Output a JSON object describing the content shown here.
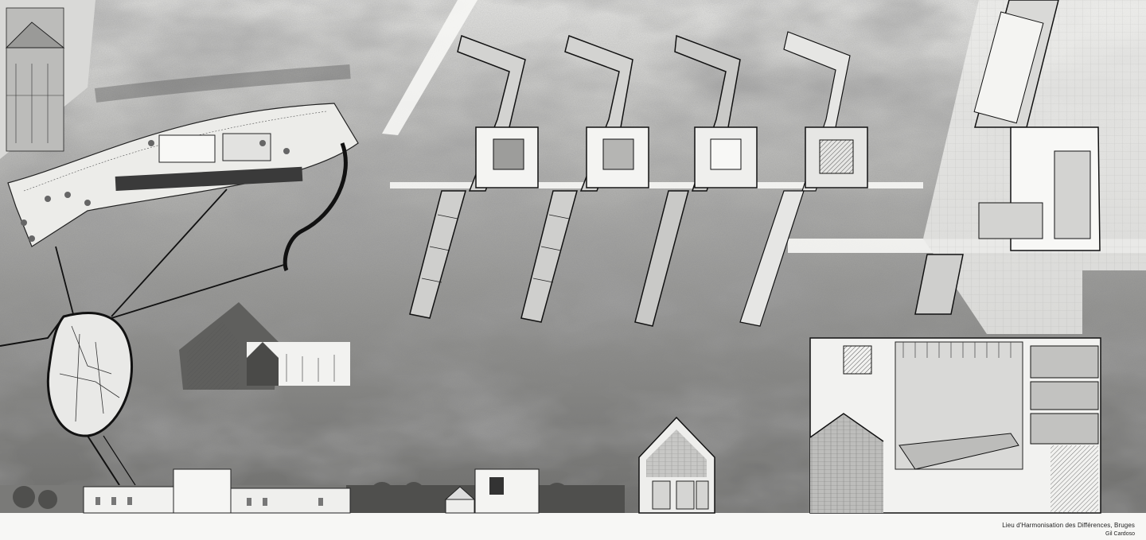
{
  "sheet": {
    "background": "#f4f4f2",
    "ink": "#1a1a1a",
    "wash_dark": "#5a5a5a",
    "wash_light": "#c8c8c8",
    "paper": "#fbfbfa"
  },
  "drawings": [
    {
      "name": "site-plan-drawing"
    },
    {
      "name": "city-map-drawing"
    },
    {
      "name": "perspective-sketch"
    },
    {
      "name": "floor-plan-level-1"
    },
    {
      "name": "floor-plan-level-2"
    },
    {
      "name": "floor-plan-level-3"
    },
    {
      "name": "floor-plan-level-4"
    },
    {
      "name": "detail-plan"
    },
    {
      "name": "street-elevation"
    },
    {
      "name": "small-section"
    },
    {
      "name": "large-section"
    }
  ],
  "caption": {
    "title": "Lieu d'Harmonisation des Différences, Bruges",
    "author": "Gil Cardoso"
  }
}
